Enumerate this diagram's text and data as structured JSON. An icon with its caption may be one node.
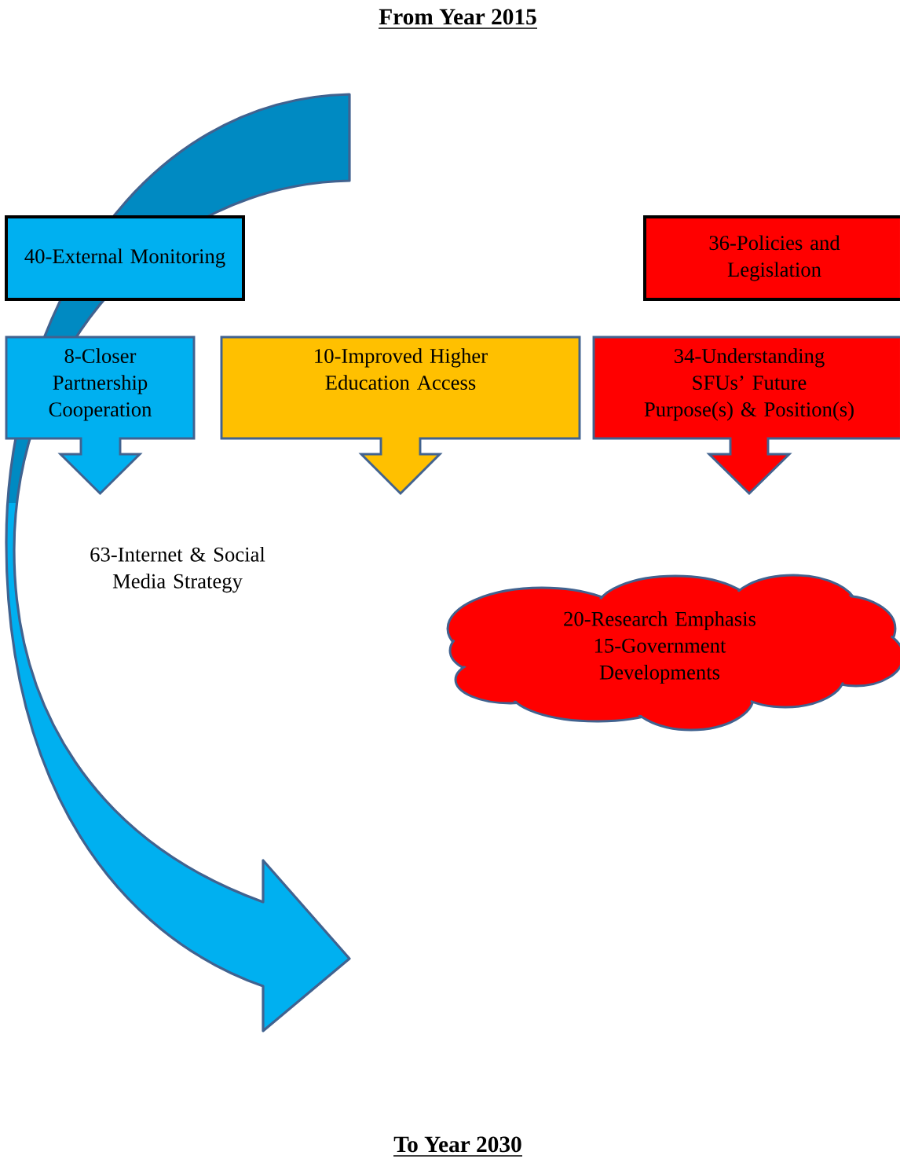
{
  "diagram": {
    "title": "From Year 2015",
    "caption": "To Year 2030",
    "nodes": [
      {
        "text": [
          "40-External Monitoring"
        ]
      },
      {
        "text": [
          "36-Policies and Legislation"
        ]
      },
      {
        "text": [
          "8-Closer Partnership Cooperation"
        ]
      },
      {
        "text": [
          "10-Improved Higher Education Access"
        ]
      },
      {
        "text": [
          "34-Understanding SFUs’ Future Purpose(s) & Position(s)"
        ]
      },
      {
        "text": [
          "20-Research Emphasis",
          "15-Government Developments"
        ]
      }
    ],
    "labels": [
      "63-Internet & Social Media Strategy"
    ]
  }
}
